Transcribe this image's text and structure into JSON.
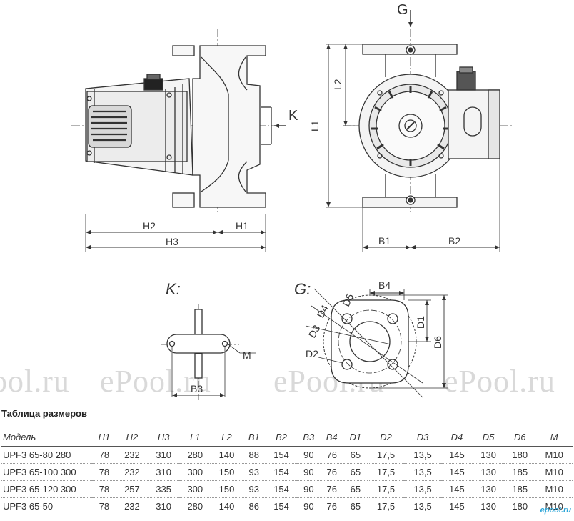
{
  "watermark": "ePool.ru",
  "brand": "epool.ru",
  "view_labels": {
    "k": "K:",
    "g": "G:"
  },
  "arrows": {
    "g": "G",
    "k": "K"
  },
  "dimensions": {
    "h1": "H1",
    "h2": "H2",
    "h3": "H3",
    "l1": "L1",
    "l2": "L2",
    "b1": "B1",
    "b2": "B2",
    "b3": "B3",
    "b4": "B4",
    "d1": "D1",
    "d2": "D2",
    "d3": "D3",
    "d4": "D4",
    "d5": "D5",
    "d6": "D6",
    "m": "M"
  },
  "table": {
    "title": "Таблица размеров",
    "headers": [
      "Модель",
      "H1",
      "H2",
      "H3",
      "L1",
      "L2",
      "B1",
      "B2",
      "B3",
      "B4",
      "D1",
      "D2",
      "D3",
      "D4",
      "D5",
      "D6",
      "M"
    ],
    "rows": [
      [
        "UPF3 65-80 280",
        "78",
        "232",
        "310",
        "280",
        "140",
        "88",
        "154",
        "90",
        "76",
        "65",
        "17,5",
        "13,5",
        "145",
        "130",
        "180",
        "M10"
      ],
      [
        "UPF3 65-100 300",
        "78",
        "232",
        "310",
        "300",
        "150",
        "93",
        "154",
        "90",
        "76",
        "65",
        "17,5",
        "13,5",
        "145",
        "130",
        "185",
        "M10"
      ],
      [
        "UPF3 65-120 300",
        "78",
        "257",
        "335",
        "300",
        "150",
        "93",
        "154",
        "90",
        "76",
        "65",
        "17,5",
        "13,5",
        "145",
        "130",
        "185",
        "M10"
      ],
      [
        "UPF3 65-50",
        "78",
        "232",
        "310",
        "280",
        "140",
        "86",
        "154",
        "90",
        "76",
        "65",
        "17,5",
        "13,5",
        "145",
        "130",
        "180",
        "M10"
      ]
    ]
  }
}
